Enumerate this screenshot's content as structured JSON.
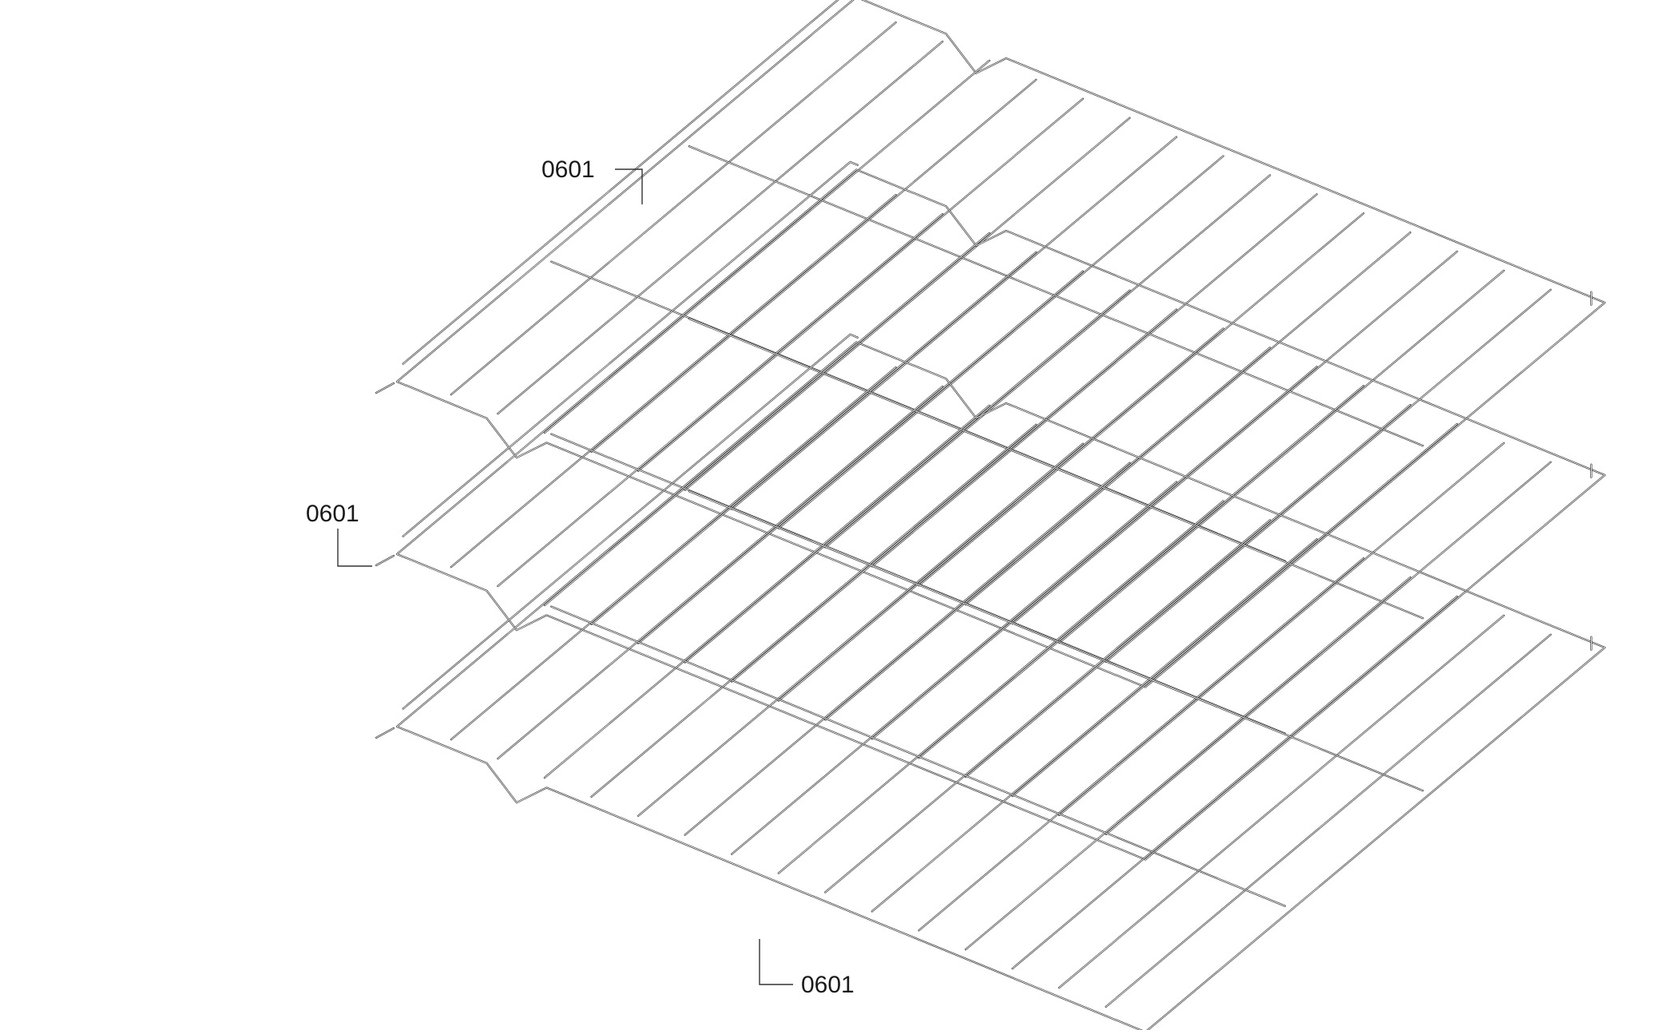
{
  "diagram": {
    "callouts": [
      {
        "id": "top-rack",
        "label": "0601"
      },
      {
        "id": "middle-rack",
        "label": "0601"
      },
      {
        "id": "bottom-rack",
        "label": "0601"
      }
    ]
  }
}
